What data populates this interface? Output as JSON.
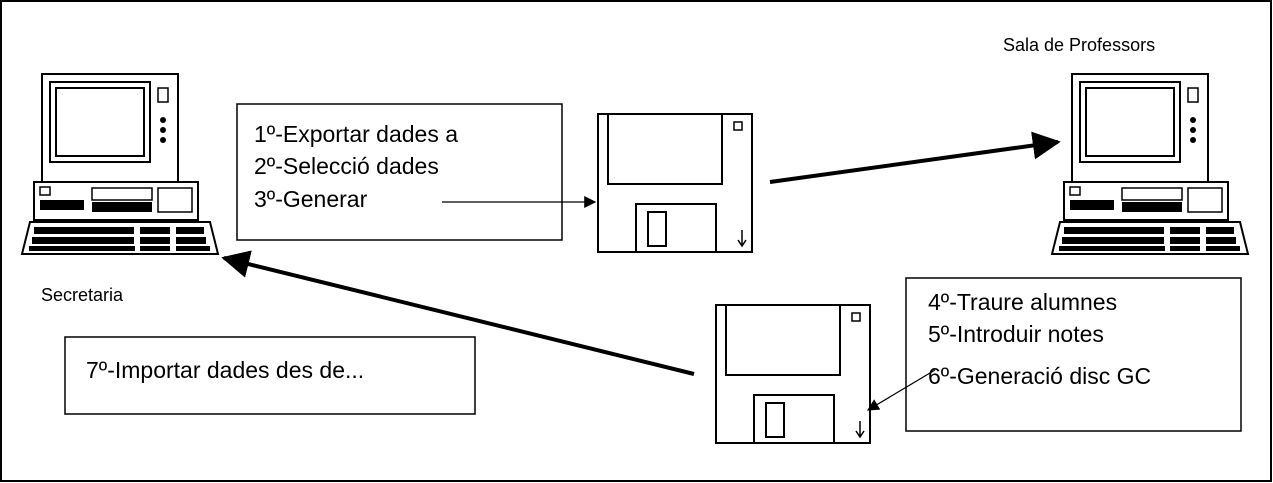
{
  "labels": {
    "secretaria": "Secretaria",
    "sala_professors": "Sala de Professors"
  },
  "box1": {
    "step1": "1º-Exportar dades a",
    "step2": "2º-Selecció dades",
    "step3": "3º-Generar"
  },
  "box2": {
    "step4": "4º-Traure alumnes",
    "step5": "5º-Introduir notes",
    "step6": "6º-Generació disc GC"
  },
  "box3": {
    "step7": "7º-Importar dades des de..."
  },
  "colors": {
    "ink": "#000000",
    "background": "#ffffff"
  },
  "icons": [
    "computer-icon",
    "floppy-disk-icon"
  ]
}
